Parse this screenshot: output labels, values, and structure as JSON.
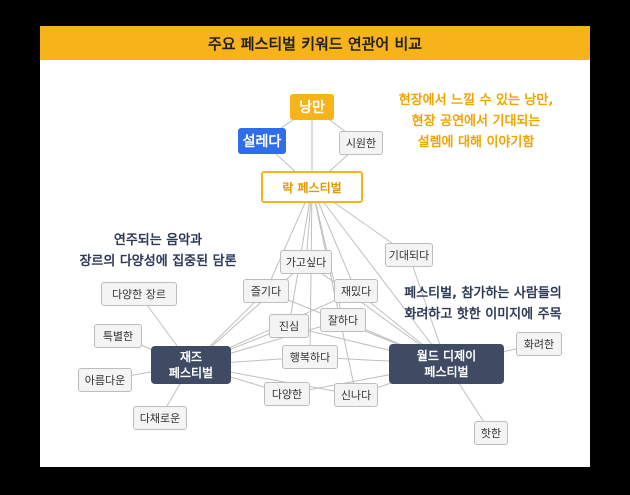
{
  "title": "주요 페스티벌 키워드 연관어 비교",
  "colors": {
    "accent": "#f7b41a",
    "blue": "#2f6ee8",
    "navy": "#3f4b63",
    "note_navy": "#2c3a57"
  },
  "annotations": {
    "rock_note": [
      "현장에서 느낄 수 있는 낭만,",
      "현장 공연에서 기대되는",
      "설렘에 대해 이야기함"
    ],
    "jazz_note": [
      "연주되는 음악과",
      "장르의 다양성에 집중된 담론"
    ],
    "world_note": [
      "페스티벌, 참가하는 사람들의",
      "화려하고 핫한 이미지에 주목"
    ]
  },
  "hubs": {
    "rock": "락 페스티벌",
    "jazz": [
      "재즈",
      "페스티벌"
    ],
    "world": [
      "월드 디제이",
      "페스티벌"
    ]
  },
  "keywords": {
    "nangman": "낭만",
    "seolleda": "설레다",
    "siwonhan": "시원한",
    "gidaedoeda": "기대되다",
    "gagosipda": "가고싶다",
    "jeulgida": "즐기다",
    "jaemitda": "재밌다",
    "jinsim": "진심",
    "jalhada": "잘하다",
    "haengbokhada": "행복하다",
    "dayanghada": "다양한",
    "sinnada": "신나다",
    "dayang_genre": "다양한 장르",
    "teukbyeol": "특별한",
    "areumdaun": "아름다운",
    "dachaeroun": "다채로운",
    "hwaryeo": "화려한",
    "hat": "핫한"
  }
}
